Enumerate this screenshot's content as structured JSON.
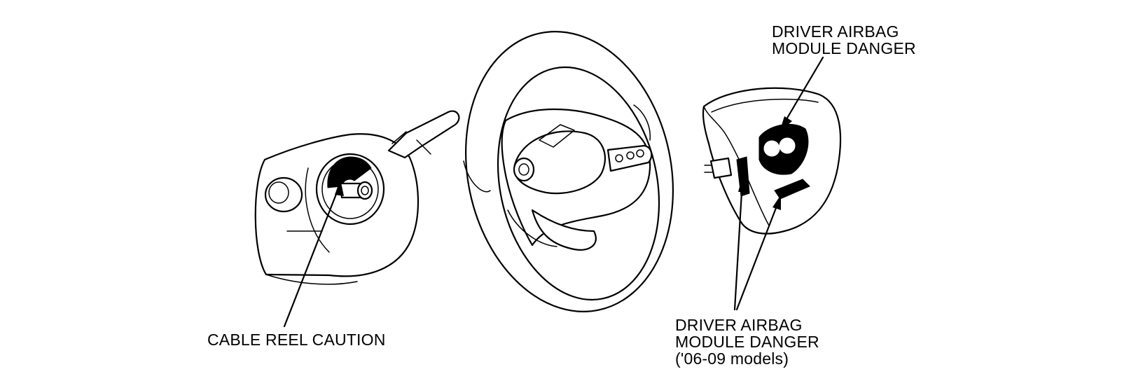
{
  "labels": {
    "cable_reel": "CABLE REEL CAUTION",
    "airbag_top": [
      "DRIVER AIRBAG",
      "MODULE DANGER"
    ],
    "airbag_bottom": [
      "DRIVER AIRBAG",
      "MODULE DANGER",
      "('06-09 models)"
    ]
  }
}
